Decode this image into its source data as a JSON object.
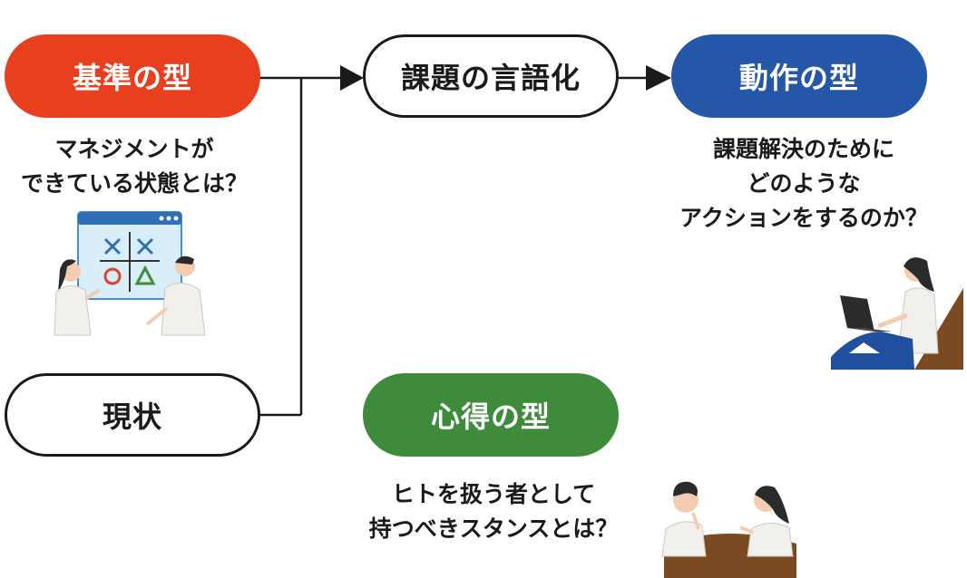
{
  "nodes": {
    "standard": {
      "label": "基準の型",
      "color": "#e8401f"
    },
    "issue": {
      "label": "課題の言語化"
    },
    "action": {
      "label": "動作の型",
      "color": "#2457a8"
    },
    "current": {
      "label": "現状"
    },
    "mindset": {
      "label": "心得の型",
      "color": "#3e8c3b"
    }
  },
  "captions": {
    "standard": [
      "マネジメントが",
      "できている状態とは？"
    ],
    "action": [
      "課題解決のために",
      "どのような",
      "アクションをするのか？"
    ],
    "mindset": [
      "ヒトを扱う者として",
      "持つべきスタンスとは？"
    ]
  },
  "illustrations": {
    "standard": "two-people-tic-tac-toe-board-illustration",
    "action": "woman-with-laptop-illustration",
    "mindset": "two-people-talking-at-table-illustration"
  }
}
